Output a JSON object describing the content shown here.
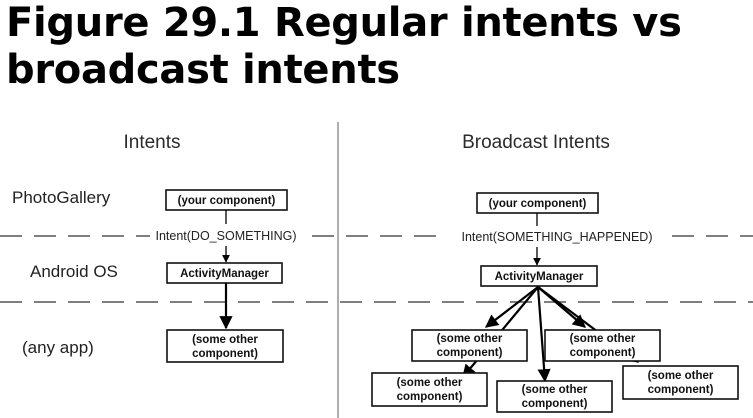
{
  "title": {
    "line1": "Figure 29.1  Regular intents vs",
    "line2": "broadcast intents"
  },
  "columns": {
    "left": "Intents",
    "right": "Broadcast Intents"
  },
  "lanes": {
    "photogallery": "PhotoGallery",
    "android_os": "Android OS",
    "any_app": "(any app)"
  },
  "left_diagram": {
    "sender": "(your component)",
    "intent": "Intent(DO_SOMETHING)",
    "manager": "ActivityManager",
    "receiver_line1": "(some other",
    "receiver_line2": "component)"
  },
  "right_diagram": {
    "sender": "(your component)",
    "intent": "Intent(SOMETHING_HAPPENED)",
    "manager": "ActivityManager",
    "receiver_line1": "(some other",
    "receiver_line2": "component)"
  }
}
